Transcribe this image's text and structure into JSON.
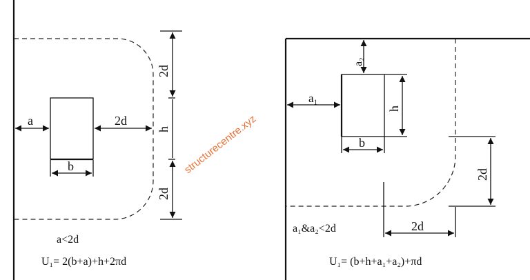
{
  "left_diagram": {
    "labels": {
      "a": "a",
      "b": "b",
      "h": "h",
      "two_d_right": "2d",
      "two_d_top": "2d",
      "two_d_bottom": "2d"
    },
    "condition": "a<2d",
    "formula": "U₁= 2(b+a)+h+2πd"
  },
  "right_diagram": {
    "labels": {
      "a1": "a₁",
      "a2": "a₂",
      "b": "b",
      "h": "h",
      "two_d_vertical": "2d",
      "two_d_horizontal": "2d"
    },
    "condition": "a₁&a₂<2d",
    "formula": "U₁= (b+h+a₁+a₂)+πd"
  },
  "watermark": "structurecentre.xyz"
}
